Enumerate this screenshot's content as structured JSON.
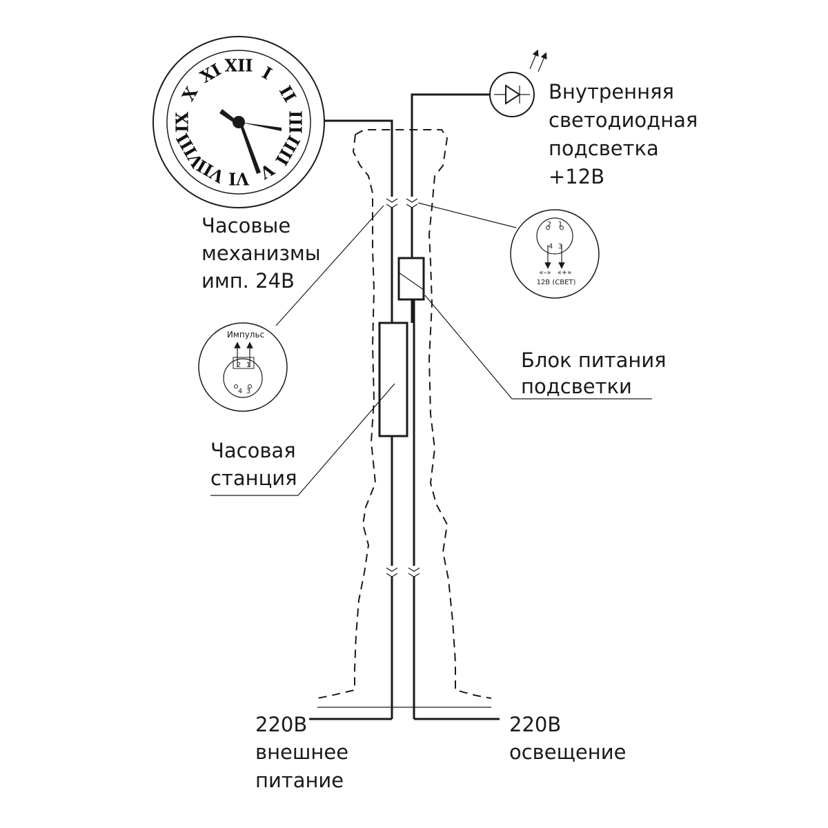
{
  "labels": {
    "clock_mech": [
      "Часовые",
      "механизмы",
      "имп. 24В"
    ],
    "led": [
      "Внутренняя",
      "светодиодная",
      "подсветка",
      "+12В"
    ],
    "psu": [
      "Блок питания",
      "подсветки"
    ],
    "station": [
      "Часовая",
      "станция"
    ],
    "power_left": [
      "220В",
      "внешнее",
      "питание"
    ],
    "power_right": [
      "220В",
      "освещение"
    ]
  },
  "connector_left": {
    "title": "Импульс",
    "pins_top": [
      "2",
      "1"
    ],
    "pins_bottom": [
      "4",
      "3"
    ]
  },
  "connector_right": {
    "pins_top": [
      "2",
      "1"
    ],
    "pins_bottom": [
      "4",
      "3"
    ],
    "polarity_left": "«–»",
    "polarity_right": "«+»",
    "caption": "12В (СВЕТ)"
  },
  "clock": {
    "numerals": [
      "XII",
      "I",
      "II",
      "III",
      "IIII",
      "V",
      "VI",
      "VII",
      "VIII",
      "IX",
      "X",
      "XI"
    ]
  },
  "icons": [
    "clock-face-icon",
    "led-diode-icon",
    "connector-icon"
  ]
}
